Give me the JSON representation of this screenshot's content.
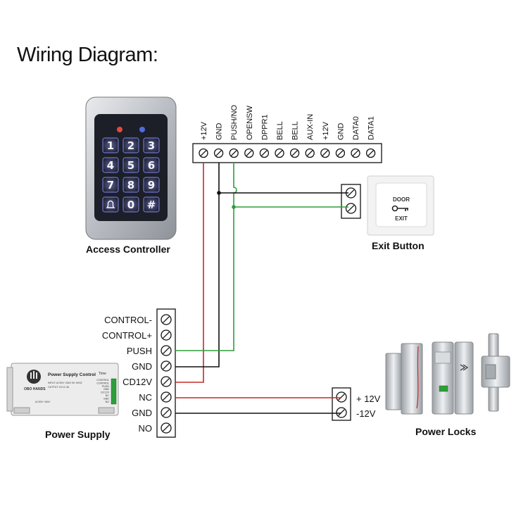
{
  "title": "Wiring Diagram:",
  "captions": {
    "access_controller": "Access Controller",
    "exit_button": "Exit Button",
    "power_supply": "Power Supply",
    "power_locks": "Power Locks"
  },
  "controller_terminals": [
    "+12V",
    "GND",
    "PUSH/NO",
    "OPENSW",
    "DPPR1",
    "BELL",
    "BELL",
    "AUX-IN",
    "+12V",
    "GND",
    "DATA0",
    "DATA1"
  ],
  "power_terminals": [
    "CONTROL-",
    "CONTROL+",
    "PUSH",
    "GND",
    "CD12V",
    "NC",
    "GND",
    "NO"
  ],
  "lock_terminals": [
    "+ 12V",
    "-12V"
  ],
  "keypad_keys": [
    "1",
    "2",
    "3",
    "4",
    "5",
    "6",
    "7",
    "8",
    "9",
    "",
    "0",
    "#"
  ],
  "exit_button_text": {
    "top": "DOOR",
    "bottom": "EXIT"
  },
  "power_supply_device": {
    "label": "Power Supply Control",
    "brand": "OBO HANDS",
    "time": "Time",
    "input": "INPUT: AC90V~260V 50~60HZ",
    "output": "OUTPUT: DC12 3A",
    "terminals": [
      "CONTROL",
      "CONTROL",
      "PUSH",
      "GND",
      "DC12V",
      "NC",
      "GND",
      "NO"
    ],
    "bottom_text": "AC90V~260V"
  },
  "colors": {
    "red": "#c62828",
    "black": "#111111",
    "green": "#2e9e3a"
  }
}
